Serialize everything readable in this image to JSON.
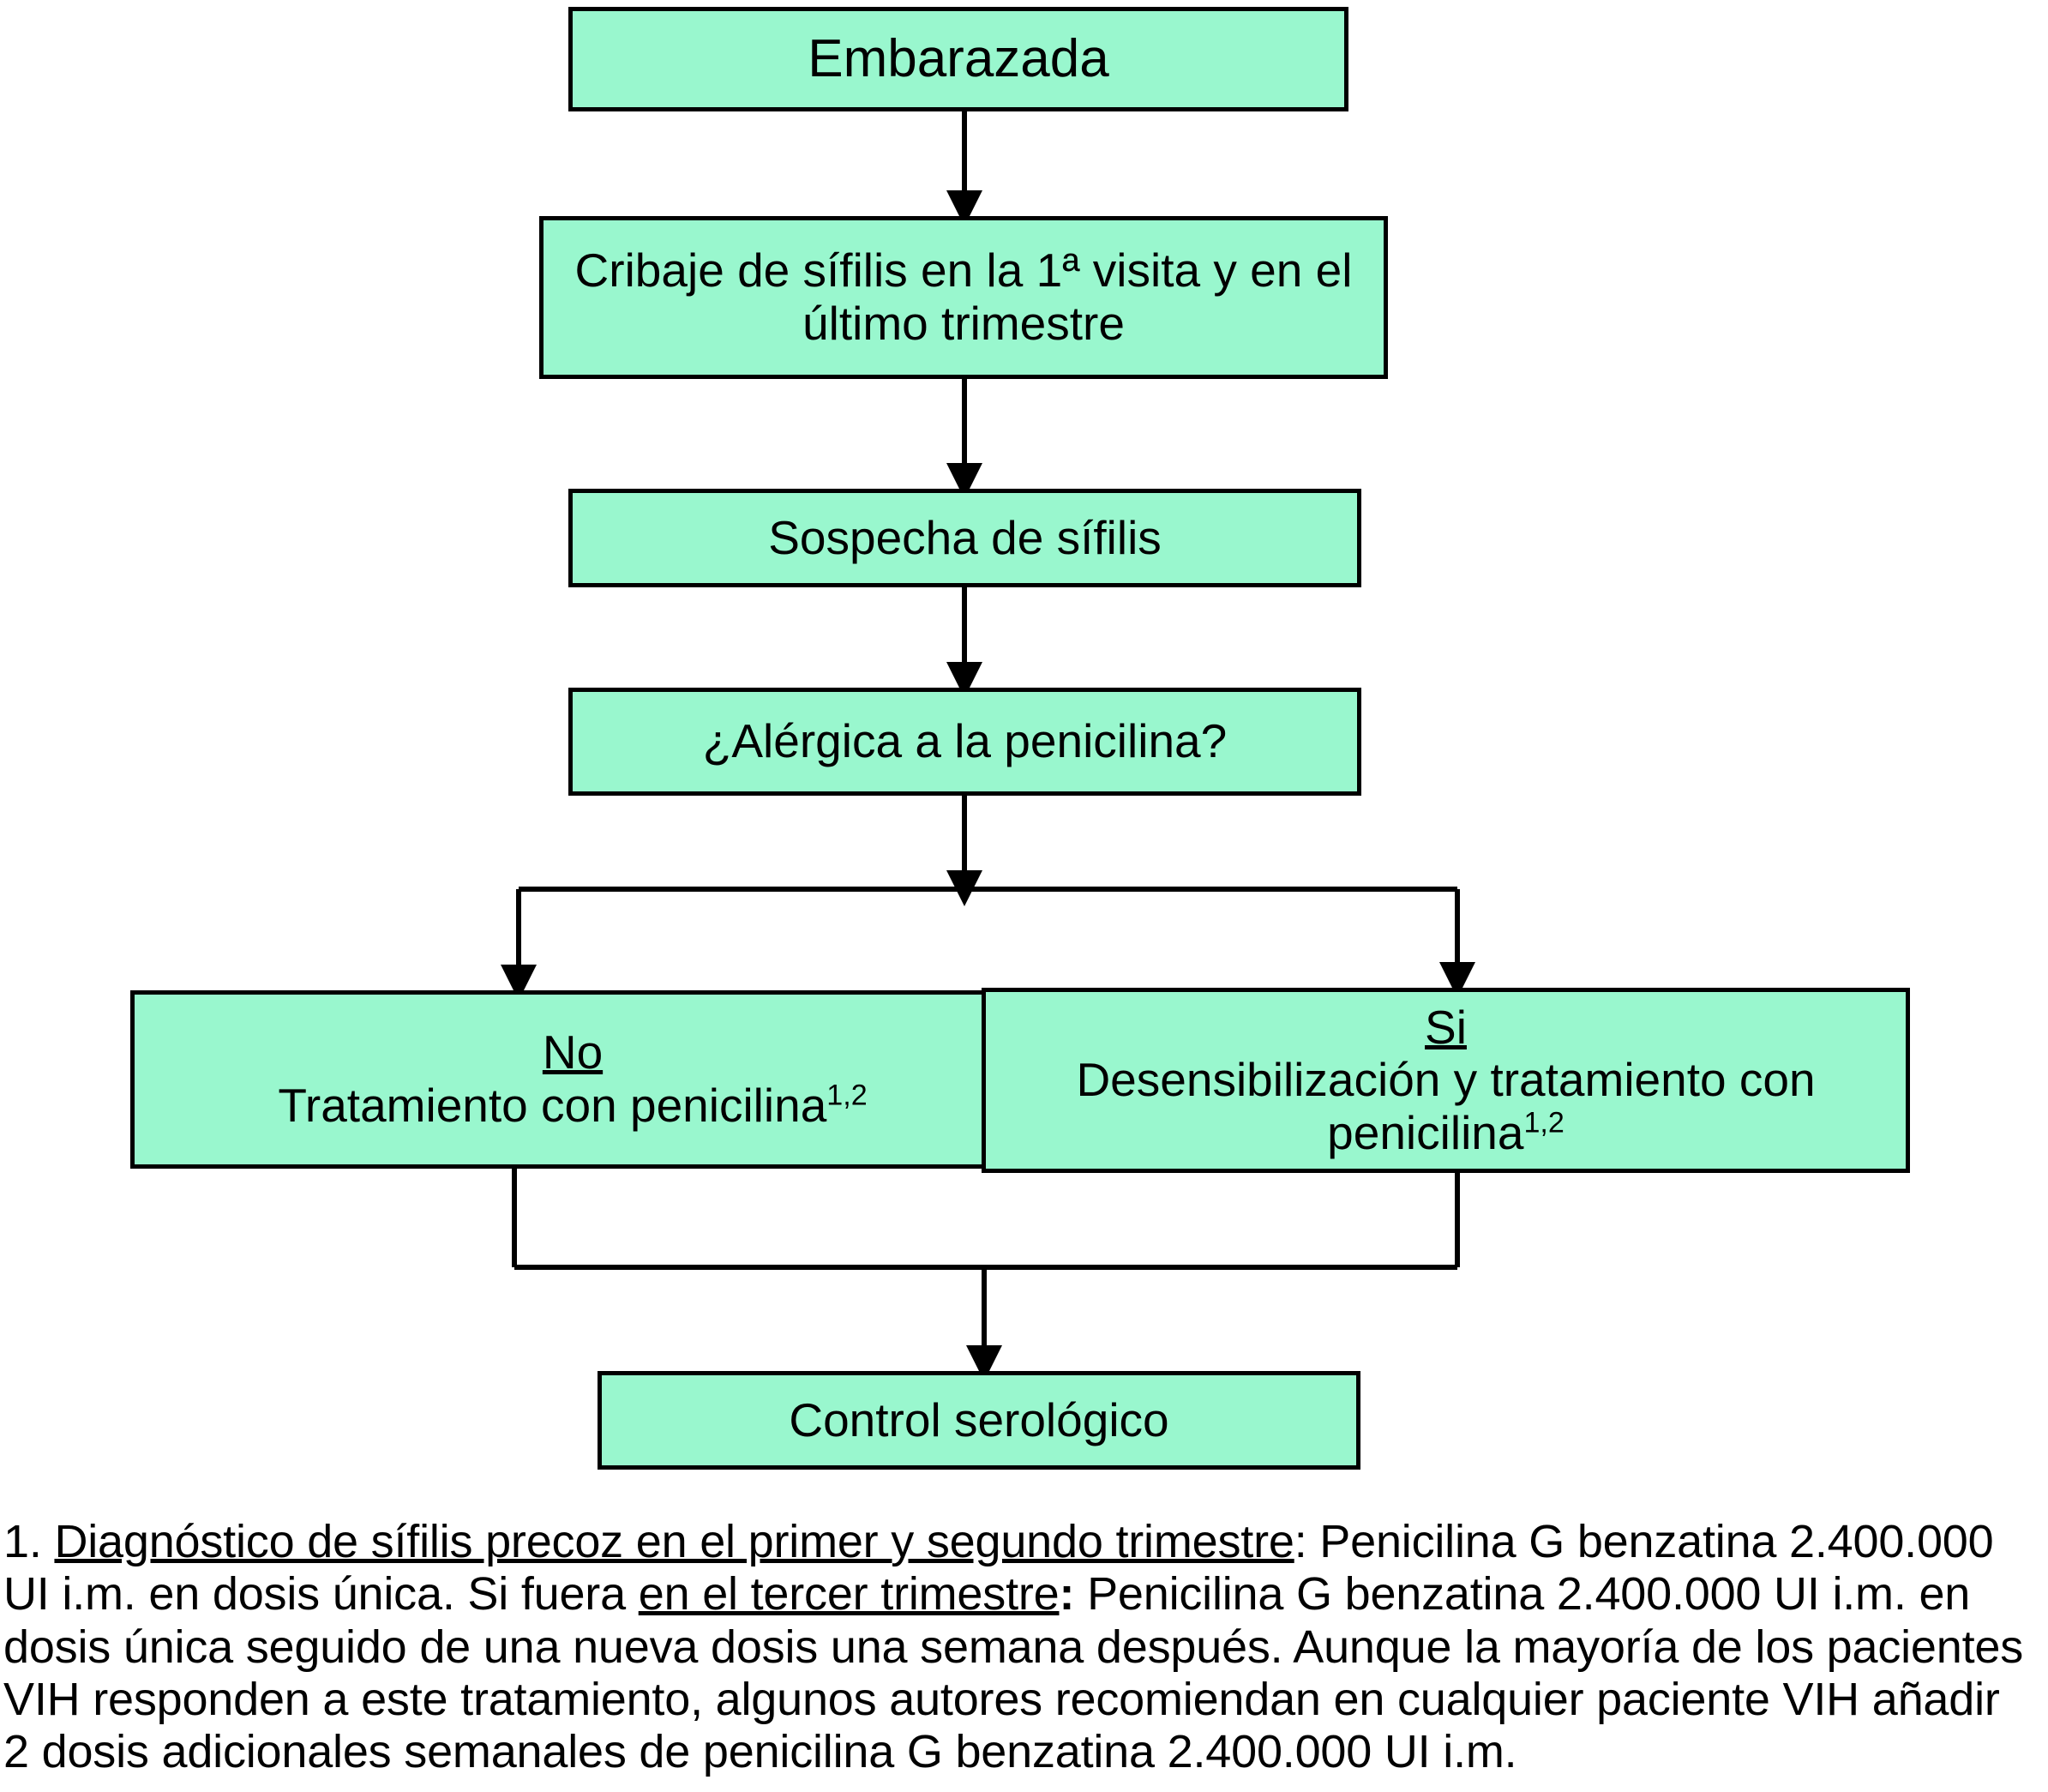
{
  "diagram": {
    "title_implicit": "Algoritmo de cribaje y tratamiento de sífilis en la embarazada",
    "fill_color": "#99F7CE",
    "border_color": "#000000",
    "background_color": "#FFFFFF",
    "nodes": [
      {
        "id": "embarazada",
        "label": "Embarazada"
      },
      {
        "id": "cribaje",
        "label": "Cribaje de sífilis en la 1ª visita y en el último trimestre"
      },
      {
        "id": "sospecha",
        "label": "Sospecha de sífilis"
      },
      {
        "id": "alergica",
        "label": "¿Alérgica a la penicilina?"
      },
      {
        "id": "rama_no",
        "branch_label": "No",
        "line1": "Tratamiento con penicilina",
        "superscript": "1,2"
      },
      {
        "id": "rama_si",
        "branch_label": "Si",
        "line1": "Desensibilización y tratamiento con",
        "line2": "penicilina",
        "superscript": "1,2"
      },
      {
        "id": "control",
        "label": "Control serológico"
      }
    ]
  },
  "footnote": {
    "number": "1.",
    "underlined_a": "Diagnóstico de sífilis precoz en el primer y segundo trimestre",
    "text_a": ": Penicilina G benzatina 2.400.000 UI i.m. en dosis única. Si fuera ",
    "underlined_b": "en el tercer trimestre",
    "colon": ":",
    "text_b": " Penicilina G benzatina 2.400.000 UI i.m. en dosis única seguido de una nueva dosis una semana después. Aunque la mayoría de los pacientes VIH responden a este tratamiento, algunos autores recomiendan en cualquier paciente VIH añadir 2 dosis adicionales semanales de penicilina G benzatina 2.400.000 UI i.m."
  }
}
